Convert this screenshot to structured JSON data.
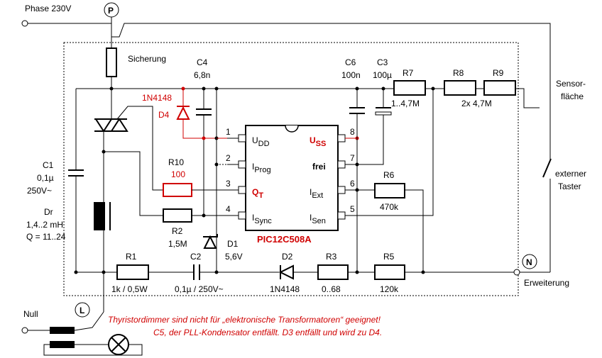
{
  "terminals": {
    "phase_label": "Phase 230V",
    "p_label": "P",
    "null_label": "Null",
    "l_label": "L",
    "n_label": "N",
    "erweiterung_label": "Erweiterung",
    "sensor_label_1": "Sensor-",
    "sensor_label_2": "fläche",
    "ext_taster_1": "externer",
    "ext_taster_2": "Taster"
  },
  "components": {
    "sicherung": "Sicherung",
    "c4_name": "C4",
    "c4_value": "6,8n",
    "d4_part": "1N4148",
    "d4_name": "D4",
    "c6_name": "C6",
    "c6_value": "100n",
    "c3_name": "C3",
    "c3_value": "100µ",
    "r7_name": "R7",
    "r7_value": "1..4,7M",
    "r8_name": "R8",
    "r9_name": "R9",
    "r89_value": "2x 4,7M",
    "r10_name": "R10",
    "r10_value": "100",
    "r2_name": "R2",
    "r2_value": "1,5M",
    "r6_name": "R6",
    "r6_value": "470k",
    "c1_name": "C1",
    "c1_v1": "0,1µ",
    "c1_v2": "250V~",
    "dr_name": "Dr",
    "dr_v1": "1,4..2 mH",
    "dr_v2": "Q = 11..24",
    "d1_name": "D1",
    "d1_value": "5,6V",
    "r1_name": "R1",
    "r1_value": "1k / 0,5W",
    "c2_name": "C2",
    "c2_value": "0,1µ / 250V~",
    "d2_name": "D2",
    "d2_value": "1N4148",
    "r3_name": "R3",
    "r3_value": "0..68",
    "r5_name": "R5",
    "r5_value": "120k"
  },
  "chip": {
    "name": "PIC12C508A",
    "pin_numbers": [
      "1",
      "2",
      "3",
      "4",
      "8",
      "7",
      "6",
      "5"
    ],
    "left_pins": [
      {
        "main": "U",
        "sub": "DD"
      },
      {
        "main": "I",
        "sub": "Prog"
      },
      {
        "main": "Q",
        "sub": "T"
      },
      {
        "main": "I",
        "sub": "Sync"
      }
    ],
    "right_pins": [
      {
        "main": "U",
        "sub": "SS"
      },
      {
        "main": "frei",
        "sub": ""
      },
      {
        "main": "I",
        "sub": "Ext"
      },
      {
        "main": "I",
        "sub": "Sen"
      }
    ]
  },
  "notes": {
    "line1": "Thyristordimmer sind nicht für „elektronische Transformatoren“ geeignet!",
    "line2": "C5, der PLL-Kondensator entfällt. D3 entfällt und wird zu D4."
  },
  "colors": {
    "wire": "#000000",
    "highlight": "#d00000"
  }
}
